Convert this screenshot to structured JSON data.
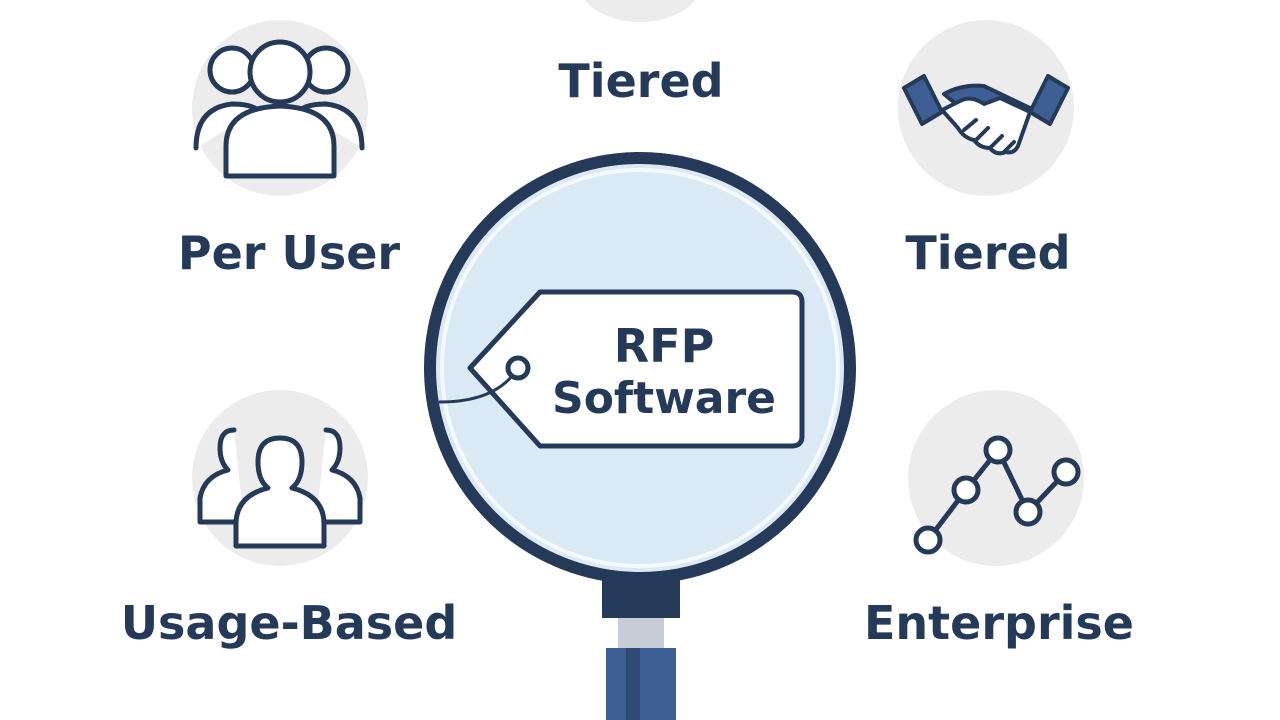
{
  "labels": {
    "top_center": "Tiered",
    "top_left": "Per User",
    "top_right": "Tiered",
    "bottom_left": "Usage-Based",
    "bottom_right": "Enterprise"
  },
  "tag": {
    "line1": "RFP",
    "line2": "Software"
  },
  "icons": {
    "top_left": "users-group-icon",
    "top_right": "handshake-icon",
    "bottom_left": "people-icon",
    "bottom_right": "line-graph-icon",
    "center": "magnifying-glass-icon",
    "tag": "price-tag-icon"
  },
  "colors": {
    "text": "#253a59",
    "stroke": "#253a59",
    "accent": "#3d5f93",
    "circle_bg": "#ececec",
    "lens_fill": "#dbe9f5"
  }
}
